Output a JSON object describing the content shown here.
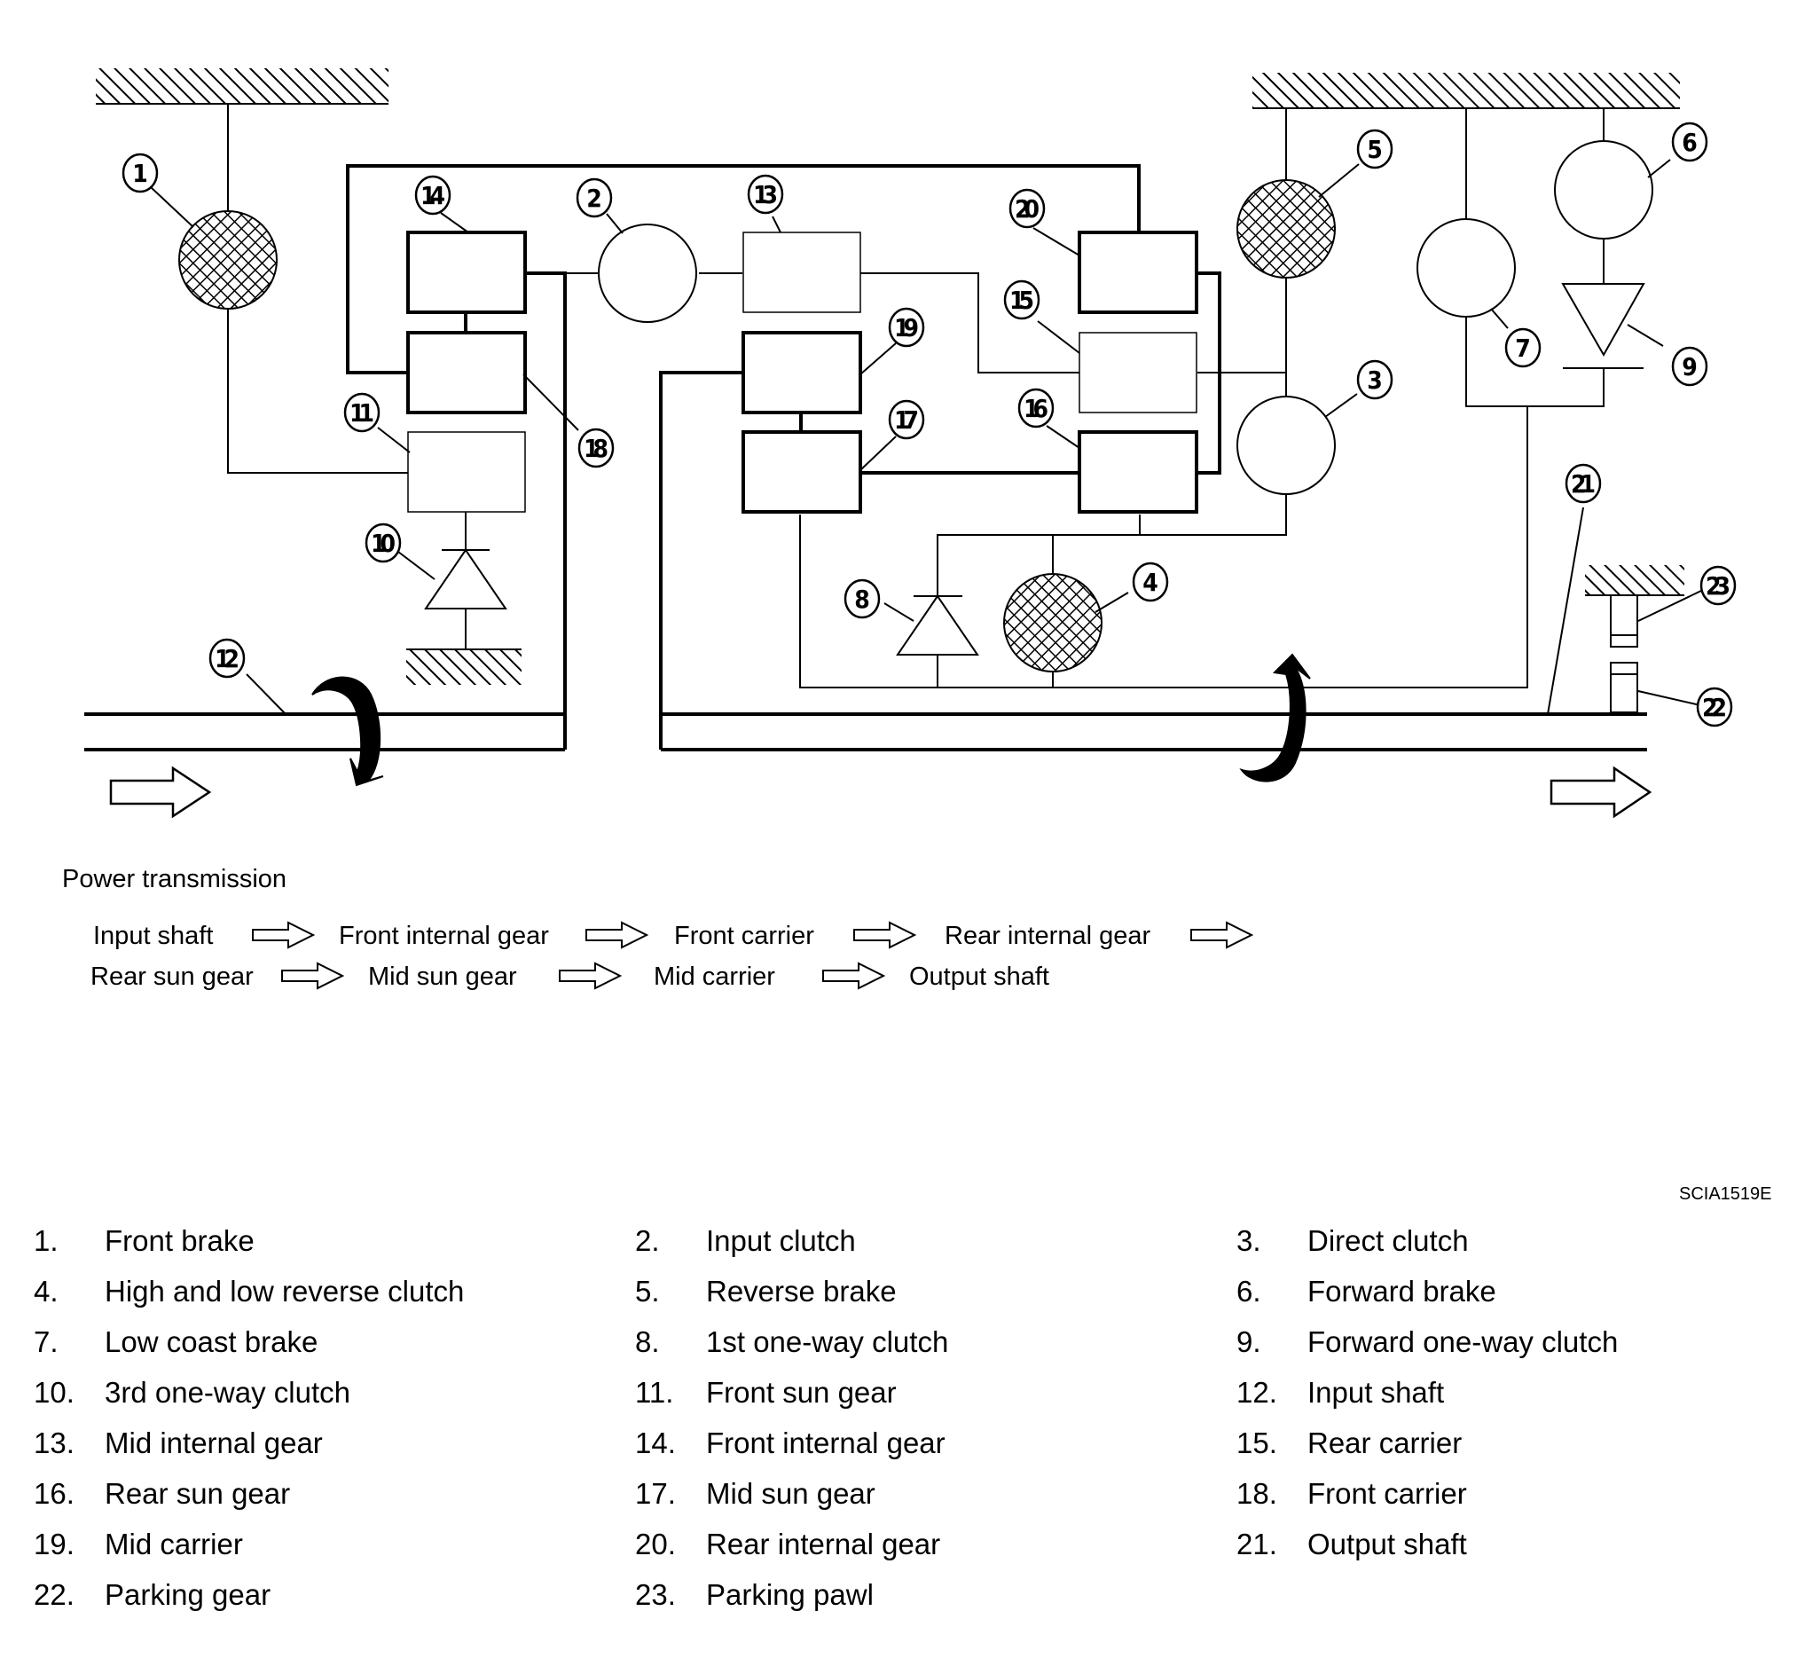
{
  "figure_code": "SCIA1519E",
  "power_transmission": {
    "title": "Power transmission",
    "row1": [
      "Input shaft",
      "Front internal gear",
      "Front carrier",
      "Rear internal gear"
    ],
    "row2": [
      "Rear sun gear",
      "Mid sun gear",
      "Mid carrier",
      "Output shaft"
    ]
  },
  "callouts": [
    "1",
    "2",
    "3",
    "4",
    "5",
    "6",
    "7",
    "8",
    "9",
    "10",
    "11",
    "12",
    "13",
    "14",
    "15",
    "16",
    "17",
    "18",
    "19",
    "20",
    "21",
    "22",
    "23"
  ],
  "legend": [
    {
      "num": "1.",
      "label": "Front brake"
    },
    {
      "num": "2.",
      "label": "Input clutch"
    },
    {
      "num": "3.",
      "label": "Direct clutch"
    },
    {
      "num": "4.",
      "label": "High and low reverse clutch"
    },
    {
      "num": "5.",
      "label": "Reverse brake"
    },
    {
      "num": "6.",
      "label": "Forward brake"
    },
    {
      "num": "7.",
      "label": "Low coast brake"
    },
    {
      "num": "8.",
      "label": "1st one-way clutch"
    },
    {
      "num": "9.",
      "label": "Forward one-way clutch"
    },
    {
      "num": "10.",
      "label": "3rd one-way clutch"
    },
    {
      "num": "11.",
      "label": "Front sun gear"
    },
    {
      "num": "12.",
      "label": "Input shaft"
    },
    {
      "num": "13.",
      "label": "Mid internal gear"
    },
    {
      "num": "14.",
      "label": "Front internal gear"
    },
    {
      "num": "15.",
      "label": "Rear carrier"
    },
    {
      "num": "16.",
      "label": "Rear sun gear"
    },
    {
      "num": "17.",
      "label": "Mid sun gear"
    },
    {
      "num": "18.",
      "label": "Front carrier"
    },
    {
      "num": "19.",
      "label": "Mid carrier"
    },
    {
      "num": "20.",
      "label": "Rear internal gear"
    },
    {
      "num": "21.",
      "label": "Output shaft"
    },
    {
      "num": "22.",
      "label": "Parking gear"
    },
    {
      "num": "23.",
      "label": "Parking pawl"
    }
  ]
}
